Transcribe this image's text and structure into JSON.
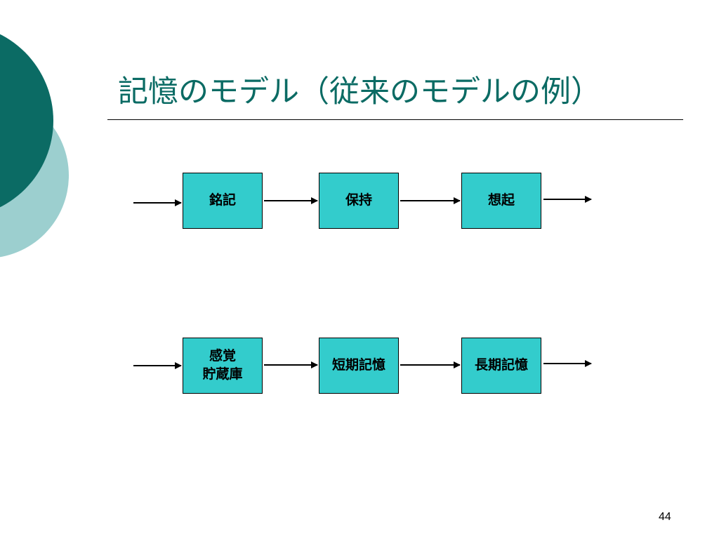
{
  "slide": {
    "title": "記憶のモデル（従来のモデルの例）",
    "page_number": "44"
  },
  "diagram": {
    "row1": {
      "boxes": [
        {
          "label": "銘記"
        },
        {
          "label": "保持"
        },
        {
          "label": "想起"
        }
      ]
    },
    "row2": {
      "boxes": [
        {
          "line1": "感覚",
          "line2": "貯蔵庫"
        },
        {
          "label": "短期記憶"
        },
        {
          "label": "長期記憶"
        }
      ]
    }
  },
  "colors": {
    "dark_teal": "#0b6b64",
    "light_teal": "#9ccfcf",
    "box_fill": "#33cccc"
  }
}
